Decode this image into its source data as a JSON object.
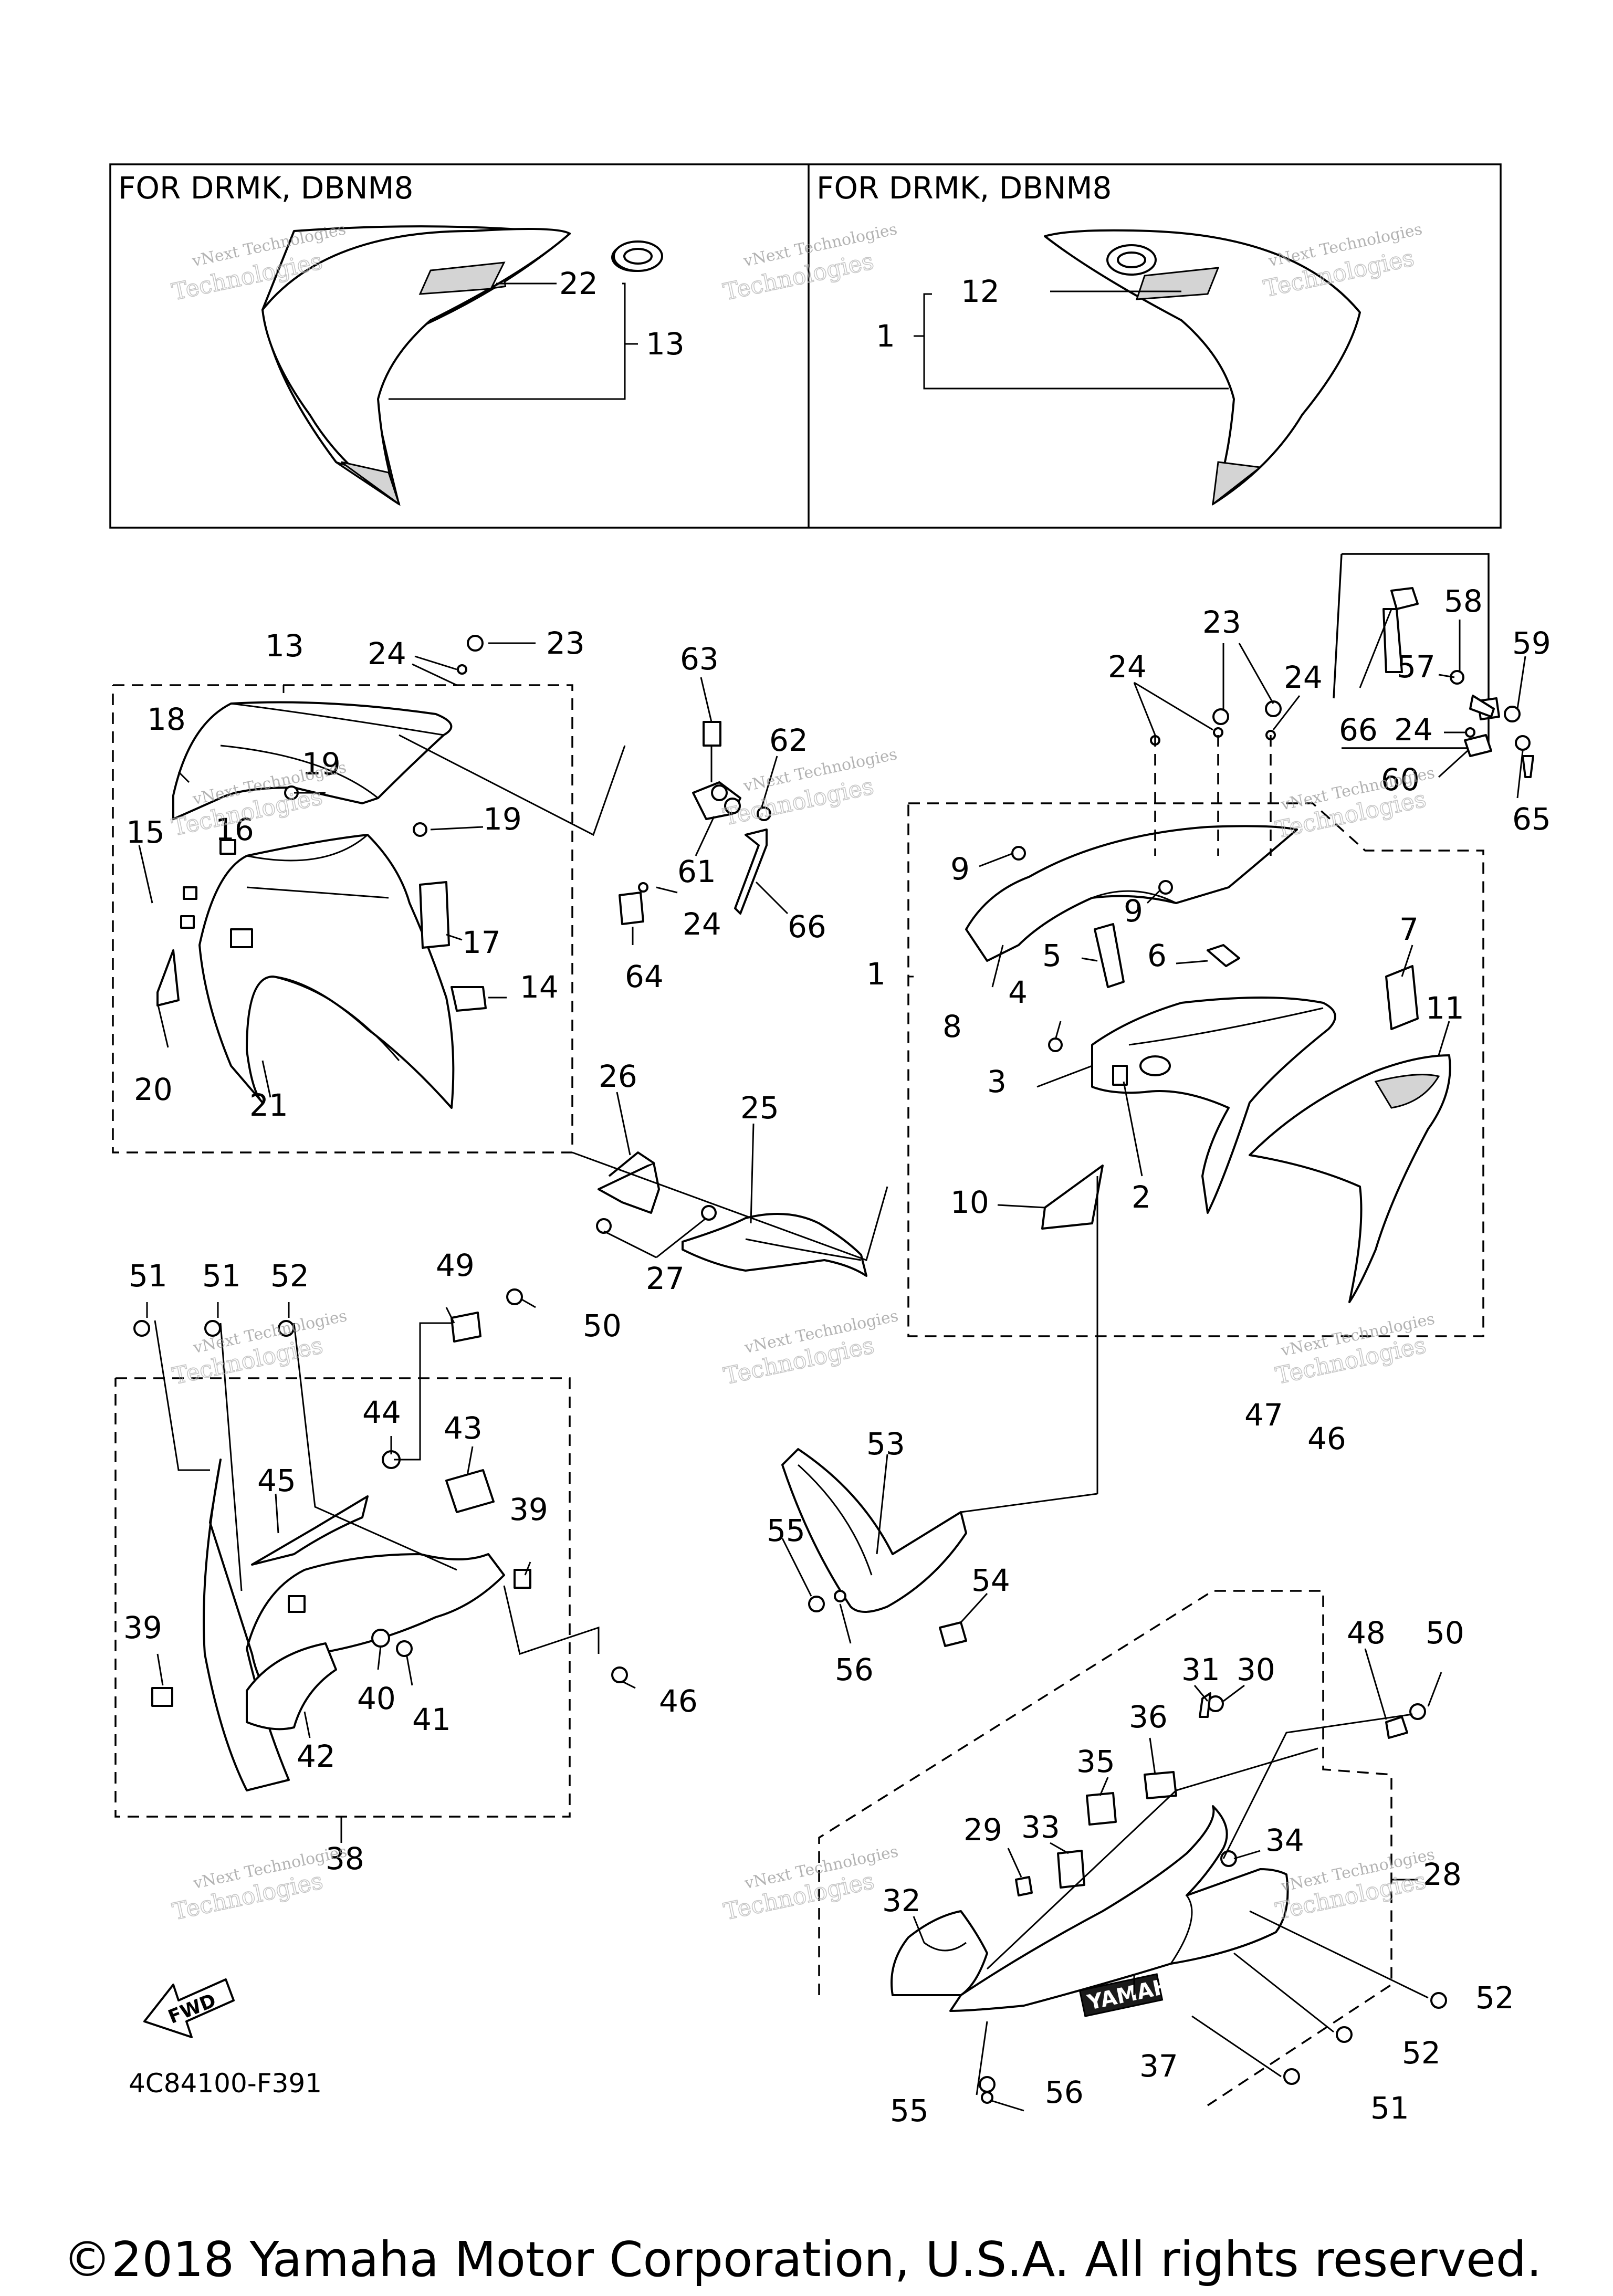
{
  "header_boxes": [
    {
      "text": "FOR DRMK, DBNM8"
    },
    {
      "text": "FOR DRMK, DBNM8"
    }
  ],
  "callouts": {
    "c1": "1",
    "c2": "2",
    "c3": "3",
    "c4": "4",
    "c5": "5",
    "c6": "6",
    "c7": "7",
    "c8": "8",
    "c9a": "9",
    "c9b": "9",
    "c10": "10",
    "c11": "11",
    "c12": "12",
    "c13a": "13",
    "c13b": "13",
    "c14": "14",
    "c15": "15",
    "c16": "16",
    "c17": "17",
    "c18": "18",
    "c19a": "19",
    "c19b": "19",
    "c20": "20",
    "c21": "21",
    "c22": "22",
    "c23a": "23",
    "c23b": "23",
    "c24a": "24",
    "c24b": "24",
    "c24c": "24",
    "c24d": "24",
    "c24e": "24",
    "c25": "25",
    "c26": "26",
    "c27": "27",
    "c28": "28",
    "c29": "29",
    "c30": "30",
    "c31": "31",
    "c32": "32",
    "c33": "33",
    "c34": "34",
    "c35": "35",
    "c36": "36",
    "c37": "37",
    "c38": "38",
    "c39a": "39",
    "c39b": "39",
    "c40": "40",
    "c41": "41",
    "c42": "42",
    "c43": "43",
    "c44": "44",
    "c45": "45",
    "c46a": "46",
    "c46b": "46",
    "c47": "47",
    "c48": "48",
    "c49": "49",
    "c50a": "50",
    "c50b": "50",
    "c51a": "51",
    "c51b": "51",
    "c51c": "51",
    "c52a": "52",
    "c52b": "52",
    "c52c": "52",
    "c53": "53",
    "c54": "54",
    "c55a": "55",
    "c55b": "55",
    "c56a": "56",
    "c56b": "56",
    "c57": "57",
    "c58": "58",
    "c59": "59",
    "c60": "60",
    "c61": "61",
    "c62": "62",
    "c63": "63",
    "c64": "64",
    "c65": "65",
    "c66a": "66",
    "c66b": "66"
  },
  "decal_text": "YAMAHA",
  "fwd_text": "FWD",
  "watermark": {
    "line1": "vNext Technologies",
    "line2": "Technologies"
  },
  "diagram_code": "4C84100-F391",
  "copyright": "©2018 Yamaha Motor Corporation, U.S.A. All rights reserved."
}
